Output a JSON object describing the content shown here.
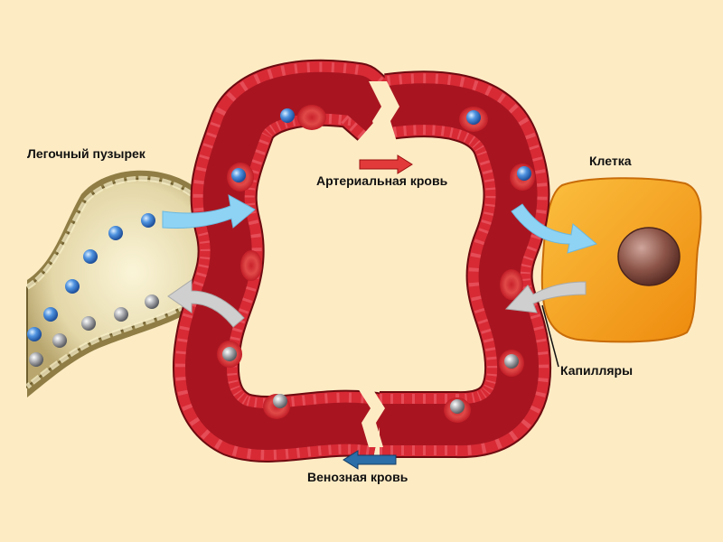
{
  "labels": {
    "alveolus": "Легочный пузырек",
    "cell": "Клетка",
    "arterial": "Артериальная кровь",
    "venous": "Венозная кровь",
    "capillaries": "Капилляры"
  },
  "colors": {
    "background": "#fdebc4",
    "vessel": "#b31520",
    "vessel_dark": "#7a0c12",
    "vessel_wall": "#e23340",
    "alveolus_fill": "#e9ddb0",
    "cell_fill": "#f7a21b",
    "nucleus": "#8a5148",
    "oxygen": "#3f84d8",
    "carbon_dioxide": "#9ea0a4",
    "arrow_oxygen": "#8fd3f4",
    "arrow_co2": "#c9c9c9",
    "arterial_arrow": "#e23a3a",
    "venous_arrow": "#2b6ea8"
  }
}
